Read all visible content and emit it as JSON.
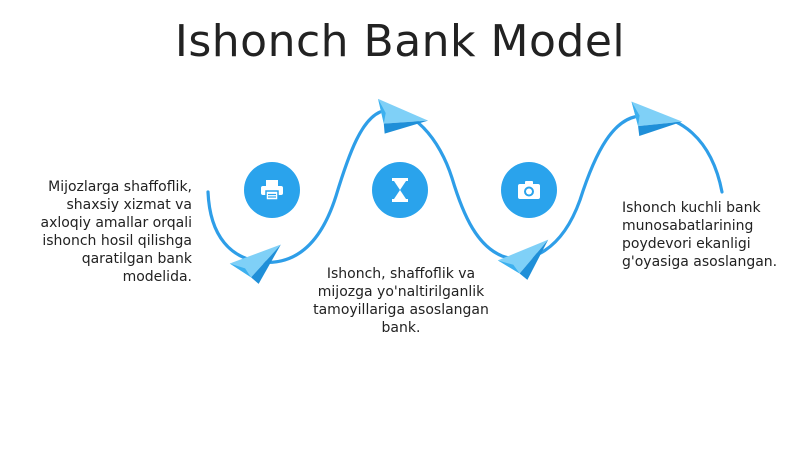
{
  "title": "Ishonch Bank Model",
  "steps": [
    {
      "icon": "printer-icon",
      "text": "Mijozlarga shaffoflik, shaxsiy xizmat va axloqiy amallar orqali ishonch hosil qilishga qaratilgan bank modelida."
    },
    {
      "icon": "hourglass-icon",
      "text": "Ishonch, shaffoflik va mijozga yo'naltirilganlik tamoyillariga asoslangan bank."
    },
    {
      "icon": "camera-icon",
      "text": "Ishonch kuchli bank munosabatlarining poydevori ekanligi g'oyasiga asoslangan."
    }
  ],
  "colors": {
    "accent": "#2aa3ec",
    "curve": "#2e9ee8",
    "plane_light": "#7fd0f7",
    "plane_dark": "#1f8fd8"
  }
}
